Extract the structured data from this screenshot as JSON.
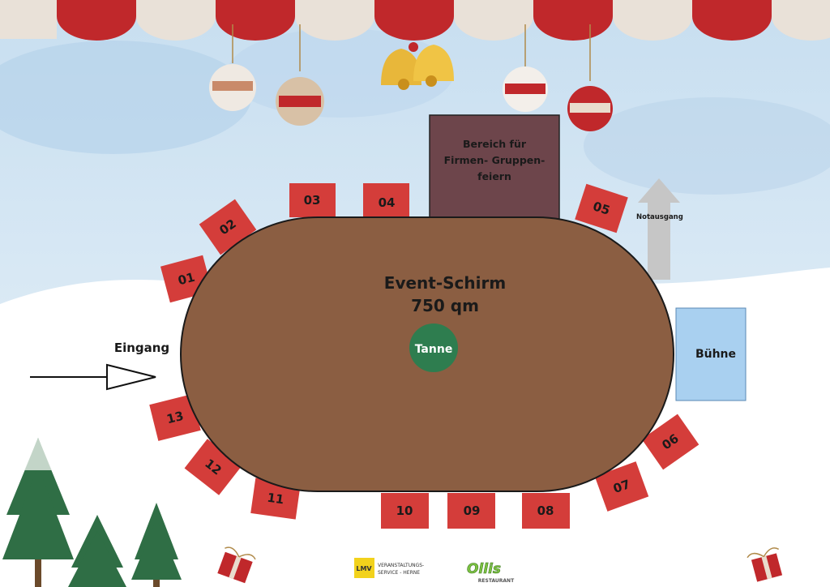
{
  "venue": {
    "event_screen": "Event-Schirm",
    "area": "750 qm",
    "tree": "Tanne",
    "entrance": "Eingang",
    "stage": "Bühne",
    "emergency_exit": "Notausgang",
    "group_area": [
      "Bereich für",
      "Firmen- Gruppen-",
      "feiern"
    ]
  },
  "booths": [
    "01",
    "02",
    "03",
    "04",
    "05",
    "06",
    "07",
    "08",
    "09",
    "10",
    "11",
    "12",
    "13"
  ],
  "logos": {
    "lmv_mark": "LMV",
    "lmv_text": [
      "VERANSTALTUNGS-",
      "SERVICE - HERNE"
    ],
    "ollis_name": "Ollis",
    "ollis_sub": "RESTAURANT"
  },
  "colors": {
    "awning_red": "#c0282b",
    "awning_cream": "#e9e1d8",
    "event_area": "#8b5e42",
    "tree_circle": "#2e7d4f",
    "booth": "#d43d3a",
    "group_area": "#6d454b",
    "stage": "#a9d0f0",
    "exit_arrow": "#c6c6c6"
  }
}
